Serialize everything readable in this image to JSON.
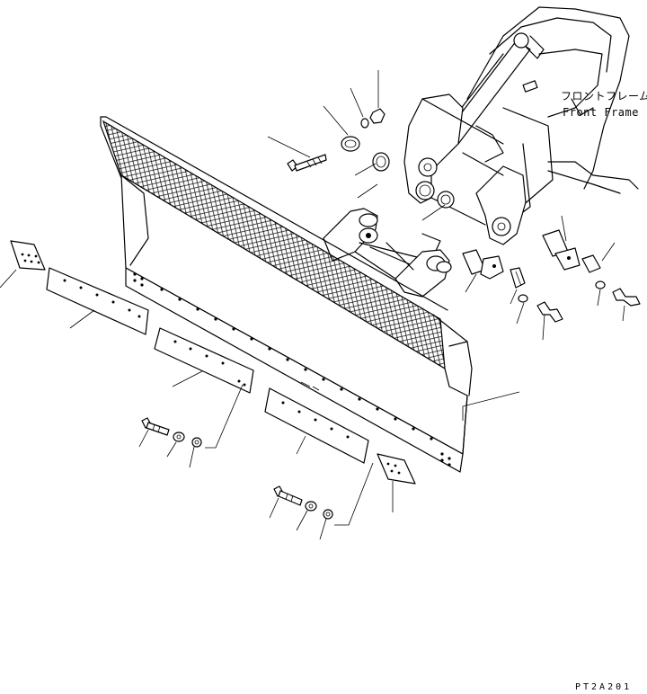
{
  "labels": {
    "frame_jp": "フロントフレーム",
    "frame_en": "Front Frame",
    "drawing_code": "PT2A201"
  }
}
